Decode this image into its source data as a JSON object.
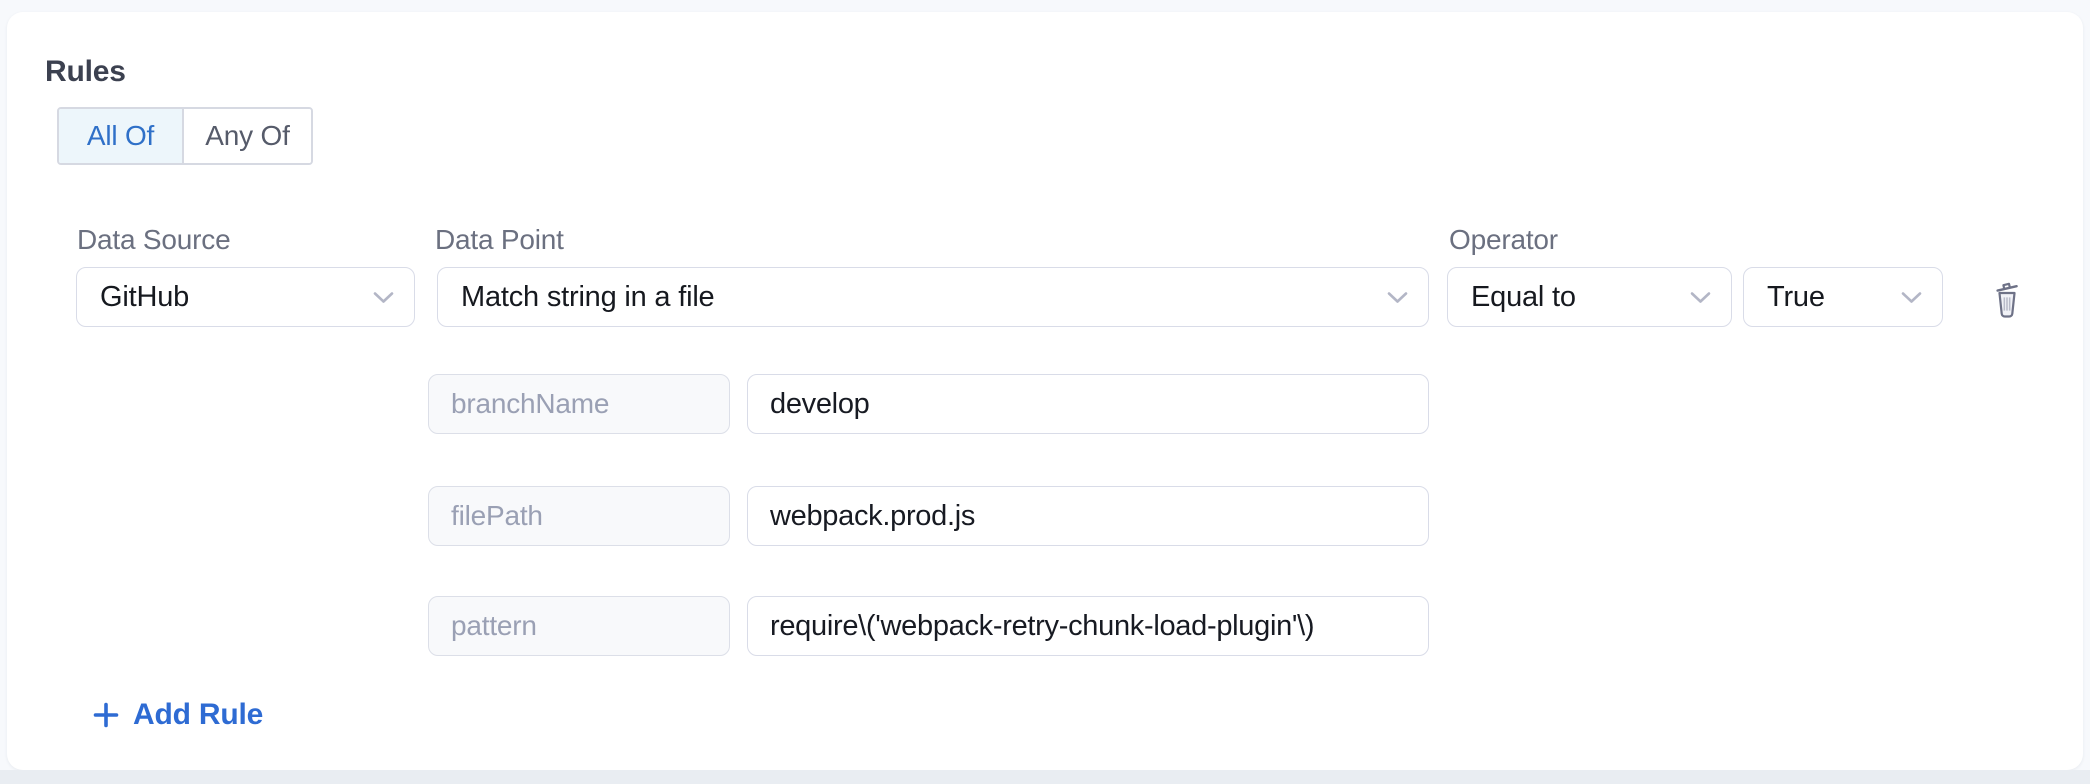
{
  "colors": {
    "page_background": "#f7f9fc",
    "bottom_strip": "#e9edf2",
    "card_background": "#ffffff",
    "accent_blue": "#2e6bd3",
    "active_mode_background": "#edf6fb",
    "active_mode_text": "#2f70c8",
    "input_border": "#d9dce8",
    "disabled_key_background": "#f8f9fb",
    "disabled_key_text": "#9aa0b4",
    "label_text": "#6b7080",
    "icon_gray": "#6e7287"
  },
  "icons": {
    "chevron": "chevron-down-icon",
    "delete": "trash-icon",
    "add": "plus-icon"
  },
  "rules_section": {
    "title": "Rules",
    "match_modes": [
      {
        "label": "All Of",
        "selected": true
      },
      {
        "label": "Any Of",
        "selected": false
      }
    ],
    "rule": {
      "data_source": {
        "label": "Data Source",
        "value": "GitHub"
      },
      "data_point": {
        "label": "Data Point",
        "value": "Match string in a file"
      },
      "operator": {
        "label": "Operator",
        "value": "Equal to"
      },
      "expected_value": "True",
      "params": [
        {
          "key": "branchName",
          "value": "develop"
        },
        {
          "key": "filePath",
          "value": "webpack.prod.js"
        },
        {
          "key": "pattern",
          "value": "require\\('webpack-retry-chunk-load-plugin'\\)"
        }
      ]
    },
    "add_rule_label": "Add Rule"
  }
}
